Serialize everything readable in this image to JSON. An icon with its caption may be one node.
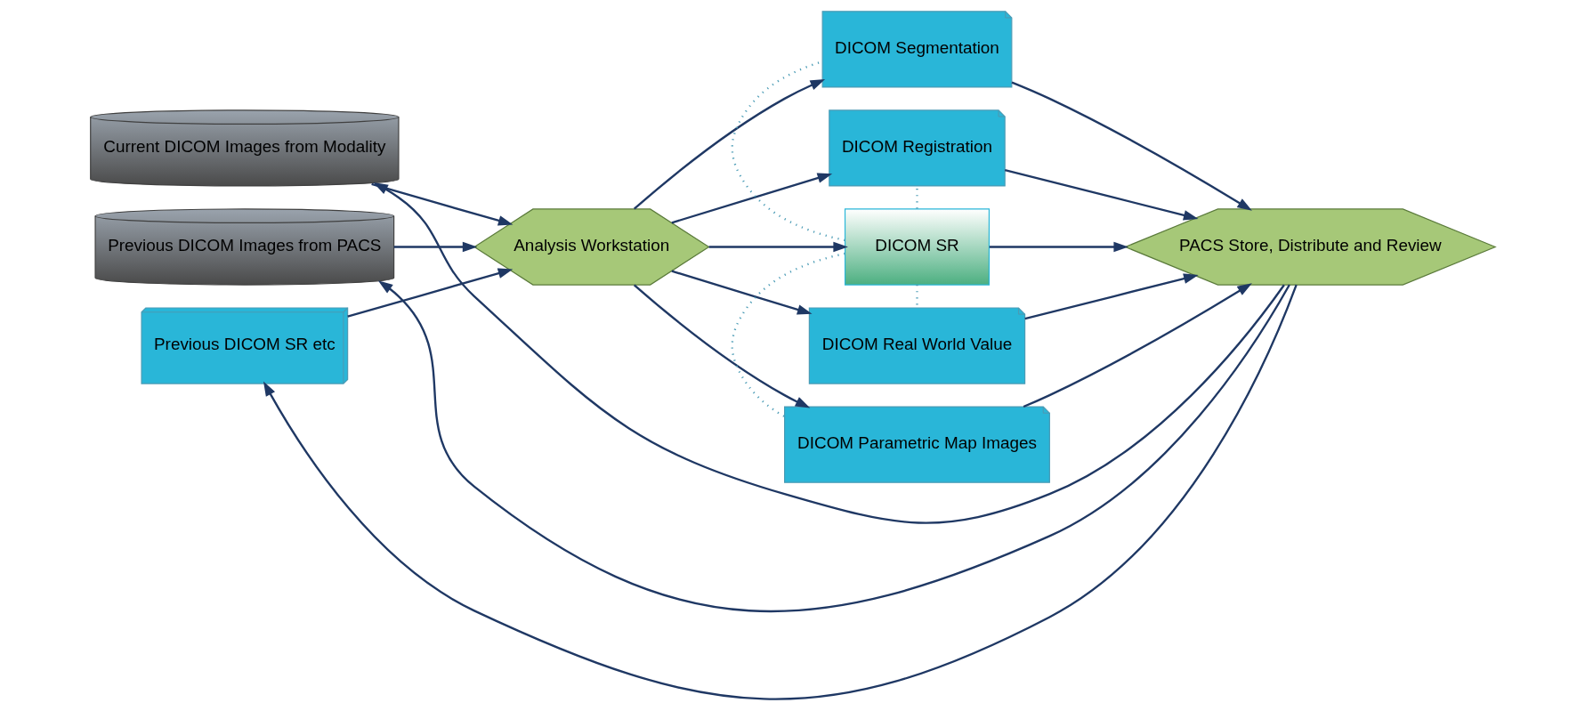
{
  "diagram": {
    "nodes": [
      {
        "text": [
          "Current DICOM Images from Modality"
        ]
      },
      {
        "text": [
          "Previous DICOM Images from PACS"
        ]
      },
      {
        "text": [
          "Previous DICOM SR etc"
        ]
      },
      {
        "text": [
          "Analysis Workstation"
        ]
      },
      {
        "text": [
          "DICOM Segmentation"
        ]
      },
      {
        "text": [
          "DICOM Registration"
        ]
      },
      {
        "text": [
          "DICOM SR"
        ]
      },
      {
        "text": [
          "DICOM Real World Value"
        ]
      },
      {
        "text": [
          "DICOM Parametric Map Images"
        ]
      },
      {
        "text": [
          "PACS Store, Distribute and Review"
        ]
      }
    ],
    "edges": [
      {
        "from": 0,
        "to": 3,
        "arrow": "to"
      },
      {
        "from": 1,
        "to": 3,
        "arrow": "to"
      },
      {
        "from": 2,
        "to": 3,
        "arrow": "to"
      },
      {
        "from": 3,
        "to": 4,
        "arrow": "to"
      },
      {
        "from": 3,
        "to": 5,
        "arrow": "to"
      },
      {
        "from": 3,
        "to": 6,
        "arrow": "to"
      },
      {
        "from": 3,
        "to": 7,
        "arrow": "to"
      },
      {
        "from": 3,
        "to": 8,
        "arrow": "to"
      },
      {
        "from": 6,
        "to": 4,
        "arrow": "none",
        "style": "dashed",
        "color": "#4a9bb5"
      },
      {
        "from": 6,
        "to": 5,
        "arrow": "none",
        "style": "dashed",
        "color": "#4a9bb5"
      },
      {
        "from": 6,
        "to": 7,
        "arrow": "none",
        "style": "dashed",
        "color": "#4a9bb5"
      },
      {
        "from": 6,
        "to": 8,
        "arrow": "none",
        "style": "dashed",
        "color": "#4a9bb5"
      },
      {
        "from": 4,
        "to": 9,
        "arrow": "to"
      },
      {
        "from": 5,
        "to": 9,
        "arrow": "to"
      },
      {
        "from": 6,
        "to": 9,
        "arrow": "to"
      },
      {
        "from": 7,
        "to": 9,
        "arrow": "to"
      },
      {
        "from": 8,
        "to": 9,
        "arrow": "to"
      },
      {
        "from": 9,
        "to": 2,
        "arrow": "to"
      },
      {
        "from": 9,
        "to": 1,
        "arrow": "to"
      },
      {
        "from": 9,
        "to": 0,
        "arrow": "to"
      }
    ]
  }
}
